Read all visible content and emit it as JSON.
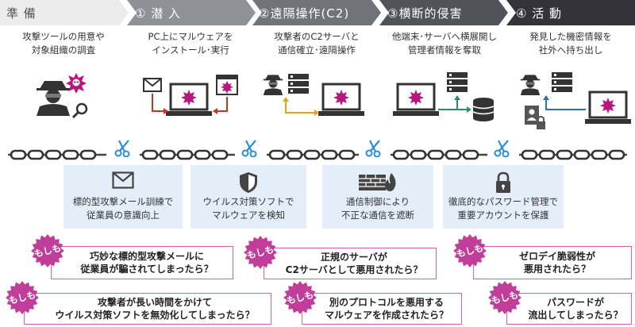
{
  "stages": [
    {
      "label": "準 備",
      "color": "#ececec",
      "text_color": "#555555"
    },
    {
      "label": "① 潜 入",
      "color": "#8e9196",
      "text_color": "#ffffff"
    },
    {
      "label": "②遠隔操作(C2)",
      "color": "#707379",
      "text_color": "#ffffff"
    },
    {
      "label": "③横断的侵害",
      "color": "#505359",
      "text_color": "#ffffff"
    },
    {
      "label": "④ 活 動",
      "color": "#333339",
      "text_color": "#ffffff"
    }
  ],
  "descriptions": [
    {
      "line1": "攻撃ツールの用意や",
      "line2": "対象組織の調査"
    },
    {
      "line1": "PC上にマルウェアを",
      "line2": "インストール･実行"
    },
    {
      "line1": "攻撃者のC2サーバと",
      "line2": "通信確立･遠隔操作"
    },
    {
      "line1": "他端末･サーバへ横展開し",
      "line2": "管理者情報を奪取"
    },
    {
      "line1": "発見した機密情報を",
      "line2": "社外へ持ち出し"
    }
  ],
  "defenses": [
    {
      "line1": "標的型攻撃メール訓練で",
      "line2": "従業員の意識向上",
      "icon": "envelope-icon"
    },
    {
      "line1": "ウイルス対策ソフトで",
      "line2": "マルウェアを検知",
      "icon": "shield-icon"
    },
    {
      "line1": "通信制御により",
      "line2": "不正な通信を遮断",
      "icon": "firewall-icon"
    },
    {
      "line1": "徹底的なパスワード管理で",
      "line2": "重要アカウントを保護",
      "icon": "lock-icon"
    }
  ],
  "badge_label": "もしも",
  "questions": [
    {
      "line1": "巧妙な標的型攻撃メールに",
      "line2": "従業員が騙されてしまったら？"
    },
    {
      "line1": "攻撃者が長い時間をかけて",
      "line2": "ウイルス対策ソフトを無効化してしまったら？"
    },
    {
      "line1": "正規のサーバが",
      "line2": "C2サーバとして悪用されたら？"
    },
    {
      "line1": "別のプロトコルを悪用する",
      "line2": "マルウェアを作成されたら？"
    },
    {
      "line1": "ゼロデイ脆弱性が",
      "line2": "悪用されたら？"
    },
    {
      "line1": "パスワードが",
      "line2": "流出してしまったら？"
    }
  ],
  "colors": {
    "malware": "#b5177d",
    "arrow_red": "#c8341b",
    "arrow_orange": "#e9a215",
    "arrow_green": "#2f8a6c",
    "arrow_blue": "#2a6fb5",
    "scissors": "#2a8fd8",
    "badge": "#c03e99",
    "question_border": "#d75fb4",
    "defense_bg": "#e3eef9"
  }
}
